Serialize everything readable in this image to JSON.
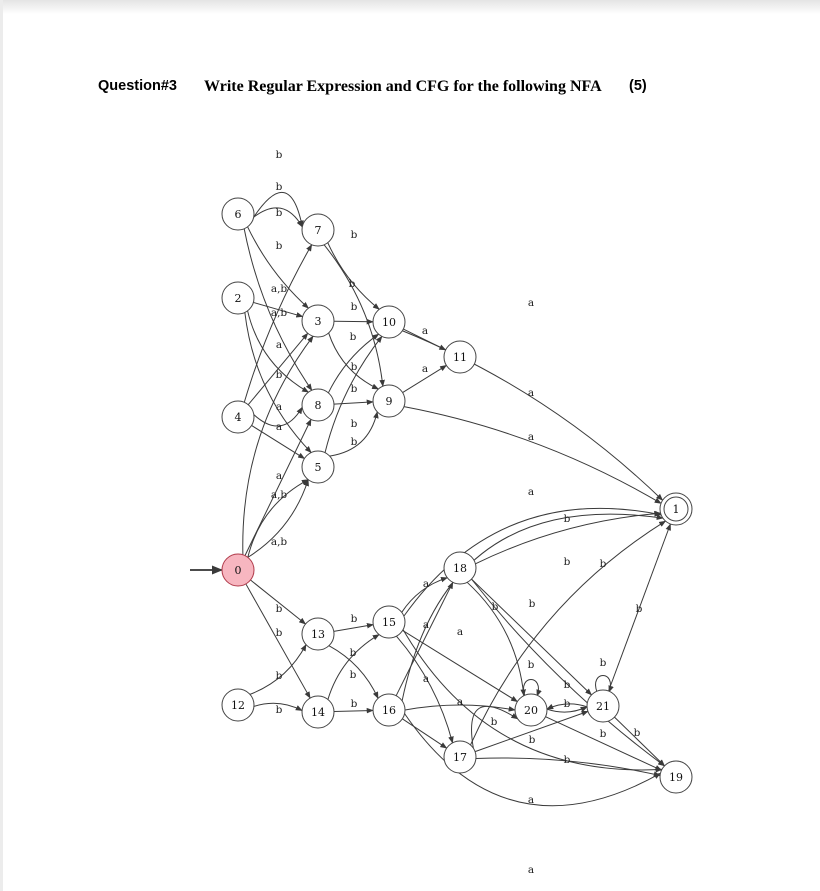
{
  "question": {
    "number": "Question#3",
    "text": "Write Regular Expression and CFG for the following NFA",
    "marks": "(5)"
  },
  "nfa": {
    "start_state": "0",
    "accept_states": [
      "1"
    ],
    "states": [
      "0",
      "1",
      "2",
      "3",
      "4",
      "5",
      "6",
      "7",
      "8",
      "9",
      "10",
      "11",
      "12",
      "13",
      "14",
      "15",
      "16",
      "17",
      "18",
      "19",
      "20",
      "21"
    ],
    "transitions": [
      {
        "from": "6",
        "to": "7",
        "label": "b"
      },
      {
        "from": "6",
        "to": "7",
        "label": "b"
      },
      {
        "from": "6",
        "to": "3",
        "label": "b"
      },
      {
        "from": "6",
        "to": "8",
        "label": "b"
      },
      {
        "from": "2",
        "to": "3",
        "label": "a,b"
      },
      {
        "from": "2",
        "to": "8",
        "label": "a,b"
      },
      {
        "from": "2",
        "to": "5",
        "label": ""
      },
      {
        "from": "4",
        "to": "3",
        "label": "a"
      },
      {
        "from": "4",
        "to": "7",
        "label": "b"
      },
      {
        "from": "4",
        "to": "8",
        "label": "a"
      },
      {
        "from": "4",
        "to": "5",
        "label": "a"
      },
      {
        "from": "0",
        "to": "5",
        "label": "a"
      },
      {
        "from": "0",
        "to": "8",
        "label": "a,b"
      },
      {
        "from": "0",
        "to": "5",
        "label": "a,b"
      },
      {
        "from": "0",
        "to": "3",
        "label": ""
      },
      {
        "from": "0",
        "to": "13",
        "label": "b"
      },
      {
        "from": "0",
        "to": "14",
        "label": "b"
      },
      {
        "from": "7",
        "to": "10",
        "label": "b"
      },
      {
        "from": "7",
        "to": "9",
        "label": "b"
      },
      {
        "from": "3",
        "to": "10",
        "label": "b"
      },
      {
        "from": "3",
        "to": "9",
        "label": "b"
      },
      {
        "from": "8",
        "to": "10",
        "label": "b"
      },
      {
        "from": "8",
        "to": "9",
        "label": "b"
      },
      {
        "from": "5",
        "to": "10",
        "label": "b"
      },
      {
        "from": "5",
        "to": "9",
        "label": "b"
      },
      {
        "from": "10",
        "to": "11",
        "label": "a"
      },
      {
        "from": "9",
        "to": "11",
        "label": "a"
      },
      {
        "from": "10",
        "to": "1",
        "label": "a"
      },
      {
        "from": "9",
        "to": "1",
        "label": "a"
      },
      {
        "from": "15",
        "to": "1",
        "label": "a"
      },
      {
        "from": "16",
        "to": "1",
        "label": "a"
      },
      {
        "from": "18",
        "to": "1",
        "label": "b"
      },
      {
        "from": "17",
        "to": "1",
        "label": "b"
      },
      {
        "from": "21",
        "to": "1",
        "label": "b"
      },
      {
        "from": "12",
        "to": "13",
        "label": "b"
      },
      {
        "from": "12",
        "to": "14",
        "label": "b"
      },
      {
        "from": "13",
        "to": "15",
        "label": "b"
      },
      {
        "from": "13",
        "to": "16",
        "label": "b"
      },
      {
        "from": "14",
        "to": "16",
        "label": "b"
      },
      {
        "from": "14",
        "to": "15",
        "label": "b"
      },
      {
        "from": "15",
        "to": "18",
        "label": "a"
      },
      {
        "from": "15",
        "to": "20",
        "label": "a"
      },
      {
        "from": "15",
        "to": "17",
        "label": "a"
      },
      {
        "from": "16",
        "to": "18",
        "label": "a"
      },
      {
        "from": "16",
        "to": "20",
        "label": "a"
      },
      {
        "from": "16",
        "to": "17",
        "label": ""
      },
      {
        "from": "18",
        "to": "20",
        "label": "b"
      },
      {
        "from": "18",
        "to": "21",
        "label": "b"
      },
      {
        "from": "18",
        "to": "19",
        "label": "b"
      },
      {
        "from": "17",
        "to": "20",
        "label": "b"
      },
      {
        "from": "17",
        "to": "21",
        "label": "b"
      },
      {
        "from": "17",
        "to": "19",
        "label": "b"
      },
      {
        "from": "20",
        "to": "20",
        "label": "b"
      },
      {
        "from": "21",
        "to": "21",
        "label": "b"
      },
      {
        "from": "20",
        "to": "21",
        "label": "b"
      },
      {
        "from": "21",
        "to": "20",
        "label": "b"
      },
      {
        "from": "20",
        "to": "19",
        "label": "b"
      },
      {
        "from": "21",
        "to": "19",
        "label": "b"
      },
      {
        "from": "15",
        "to": "19",
        "label": "a"
      },
      {
        "from": "16",
        "to": "19",
        "label": "a"
      }
    ]
  },
  "colors": {
    "start_fill": "#f7b6c0",
    "edge": "#3a3a3a",
    "node_stroke": "#444444"
  }
}
